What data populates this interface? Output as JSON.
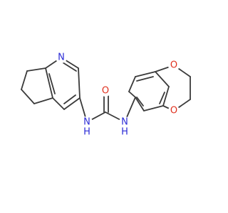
{
  "molecule": {
    "atom_labels": {
      "pyridine_nitrogen": "N",
      "amide_nitrogen_left": "N",
      "amide_nitrogen_right": "N",
      "amide_hydrogen_left": "H",
      "amide_hydrogen_right": "H",
      "carbonyl_oxygen": "O",
      "dioxane_oxygen_top": "O",
      "dioxane_oxygen_bottom": "O"
    },
    "colors": {
      "bond": "#3a3a3a",
      "nitrogen": "#2b2bd6",
      "oxygen": "#e0301e"
    }
  }
}
